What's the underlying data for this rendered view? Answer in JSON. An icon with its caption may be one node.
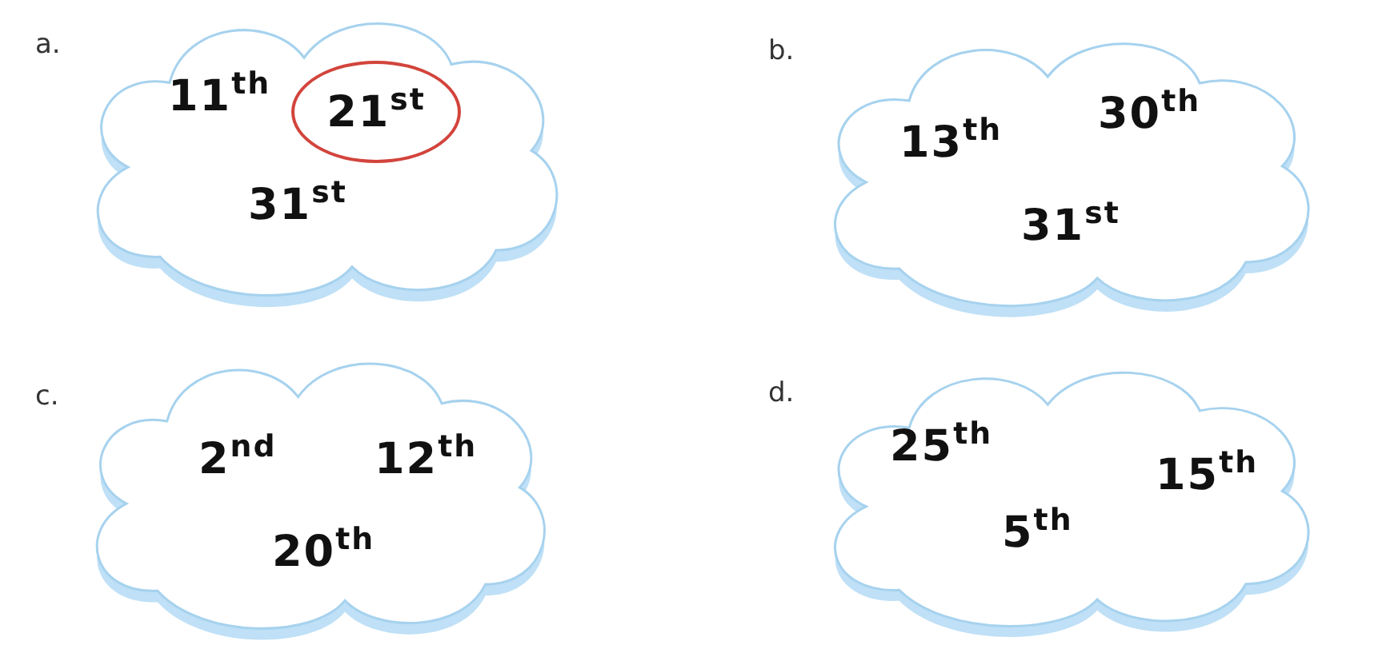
{
  "diagram": {
    "nodes": [
      {
        "text": [
          "11$^{th}$",
          "31$^{st}$"
        ],
        "beside": [
          "a."
        ]
      },
      {
        "text": [
          "21$^{st}$"
        ],
        "in": 0
      },
      {
        "text": [
          "13$^{th}$",
          "30$^{th}$",
          "31$^{st}$"
        ],
        "beside": [
          "b."
        ]
      },
      {
        "text": [
          "2$^{nd}$",
          "12$^{th}$",
          "20$^{th}$"
        ],
        "beside": [
          "c."
        ]
      },
      {
        "text": [
          "25$^{th}$",
          "15$^{th}$",
          "5$^{th}$"
        ],
        "beside": [
          "d."
        ]
      }
    ]
  }
}
